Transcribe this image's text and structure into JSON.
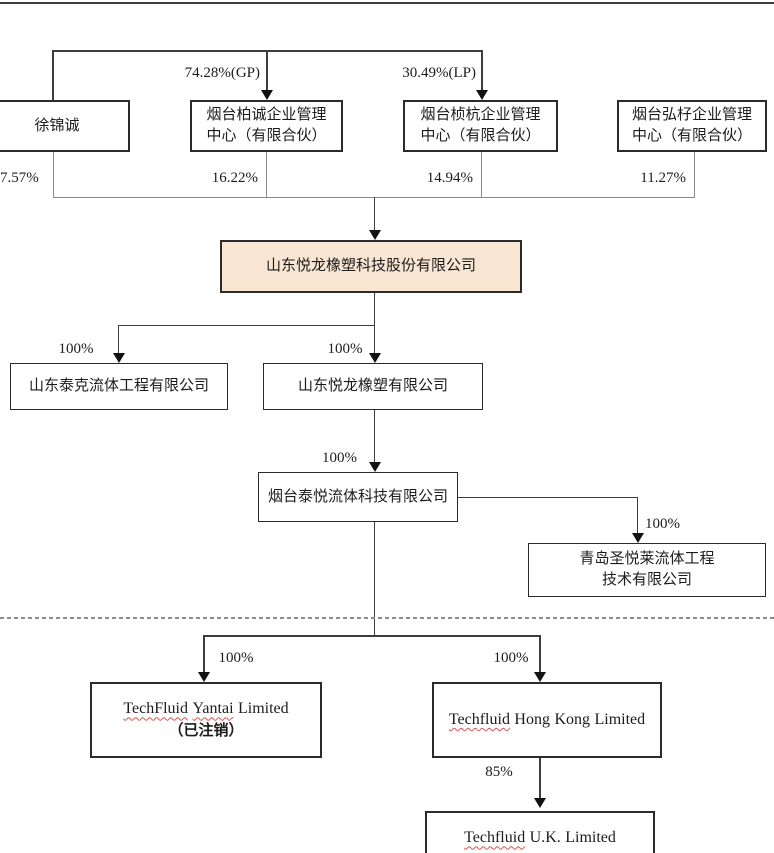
{
  "nodes": {
    "xu_jincheng": {
      "name": "徐锦诚"
    },
    "baicheng": {
      "line1": "烟台柏诚企业管理",
      "line2": "中心（有限合伙）"
    },
    "zhenhang": {
      "line1": "烟台桢杭企业管理",
      "line2": "中心（有限合伙）"
    },
    "hongzi": {
      "line1": "烟台弘杍企业管理",
      "line2": "中心（有限合伙）"
    },
    "issuer": {
      "name": "山东悦龙橡塑科技股份有限公司"
    },
    "taike": {
      "name": "山东泰克流体工程有限公司"
    },
    "yuelong": {
      "name": "山东悦龙橡塑有限公司"
    },
    "taiyue": {
      "name": "烟台泰悦流体科技有限公司"
    },
    "qingdao": {
      "line1": "青岛圣悦莱流体工程",
      "line2": "技术有限公司"
    },
    "techfluid_yantai": {
      "word1": "TechFluid",
      "word2": "Yantai",
      "word3": "Limited",
      "line2": "（已注销）"
    },
    "techfluid_hk": {
      "word1": "Techfluid",
      "word2": "Hong",
      "word3": "Kong",
      "word4": "Limited"
    },
    "techfluid_uk": {
      "word1": "Techfluid",
      "word2": "U.K.",
      "word3": "Limited"
    }
  },
  "edges": {
    "xu_to_baicheng": "74.28%(GP)",
    "xu_to_zhenhang": "30.49%(LP)",
    "xu_to_issuer": "7.57%",
    "baicheng_to_issuer": "16.22%",
    "zhenhang_to_issuer": "14.94%",
    "hongzi_to_issuer": "11.27%",
    "issuer_to_taike": "100%",
    "issuer_to_yuelong": "100%",
    "yuelong_to_taiyue": "100%",
    "taiyue_to_qingdao": "100%",
    "taiyue_to_yantai": "100%",
    "taiyue_to_hk": "100%",
    "hk_to_uk": "85%"
  },
  "colors": {
    "issuer_highlight": "#f8e5d2",
    "line": "#3d3d3d",
    "shareholder_bus": "#8a8a8a",
    "misspell_underline": "#d9534a"
  }
}
